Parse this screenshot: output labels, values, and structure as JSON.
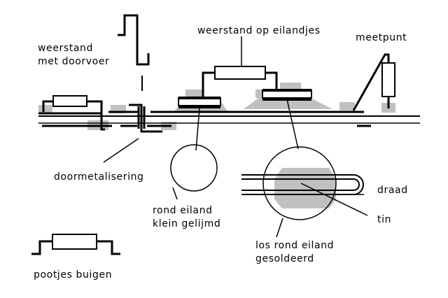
{
  "labels": {
    "weerstand_doorvoer_line1": "weerstand",
    "weerstand_doorvoer_line2": "met doorvoer",
    "weerstand_eilandjes": "weerstand op eilandjes",
    "meetpunt": "meetpunt",
    "doormetalisering": "doormetalisering",
    "rond_eiland_line1": "rond eiland",
    "rond_eiland_line2": "klein gelijmd",
    "draad": "draad",
    "tin": "tin",
    "los_rond_line1": "los rond eiland",
    "los_rond_line2": "gesoldeerd",
    "pootjes_buigen": "pootjes buigen"
  },
  "colors": {
    "ink": "#000000",
    "solder": "#c0c0c0",
    "background": "#ffffff"
  }
}
